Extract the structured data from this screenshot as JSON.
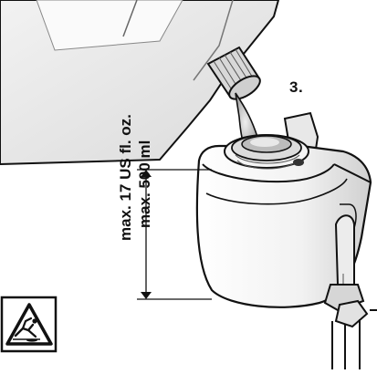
{
  "step": {
    "label": "3."
  },
  "capacity": {
    "line1": "max. 17 US fl. oz.",
    "line2": "max. 500 ml"
  },
  "warning": {
    "icon": "slippery-floor-warning-icon"
  },
  "colors": {
    "outline": "#111111",
    "oil_fill": "#b8b8b8",
    "oil_light": "#e6e6e6",
    "background": "#ffffff"
  }
}
